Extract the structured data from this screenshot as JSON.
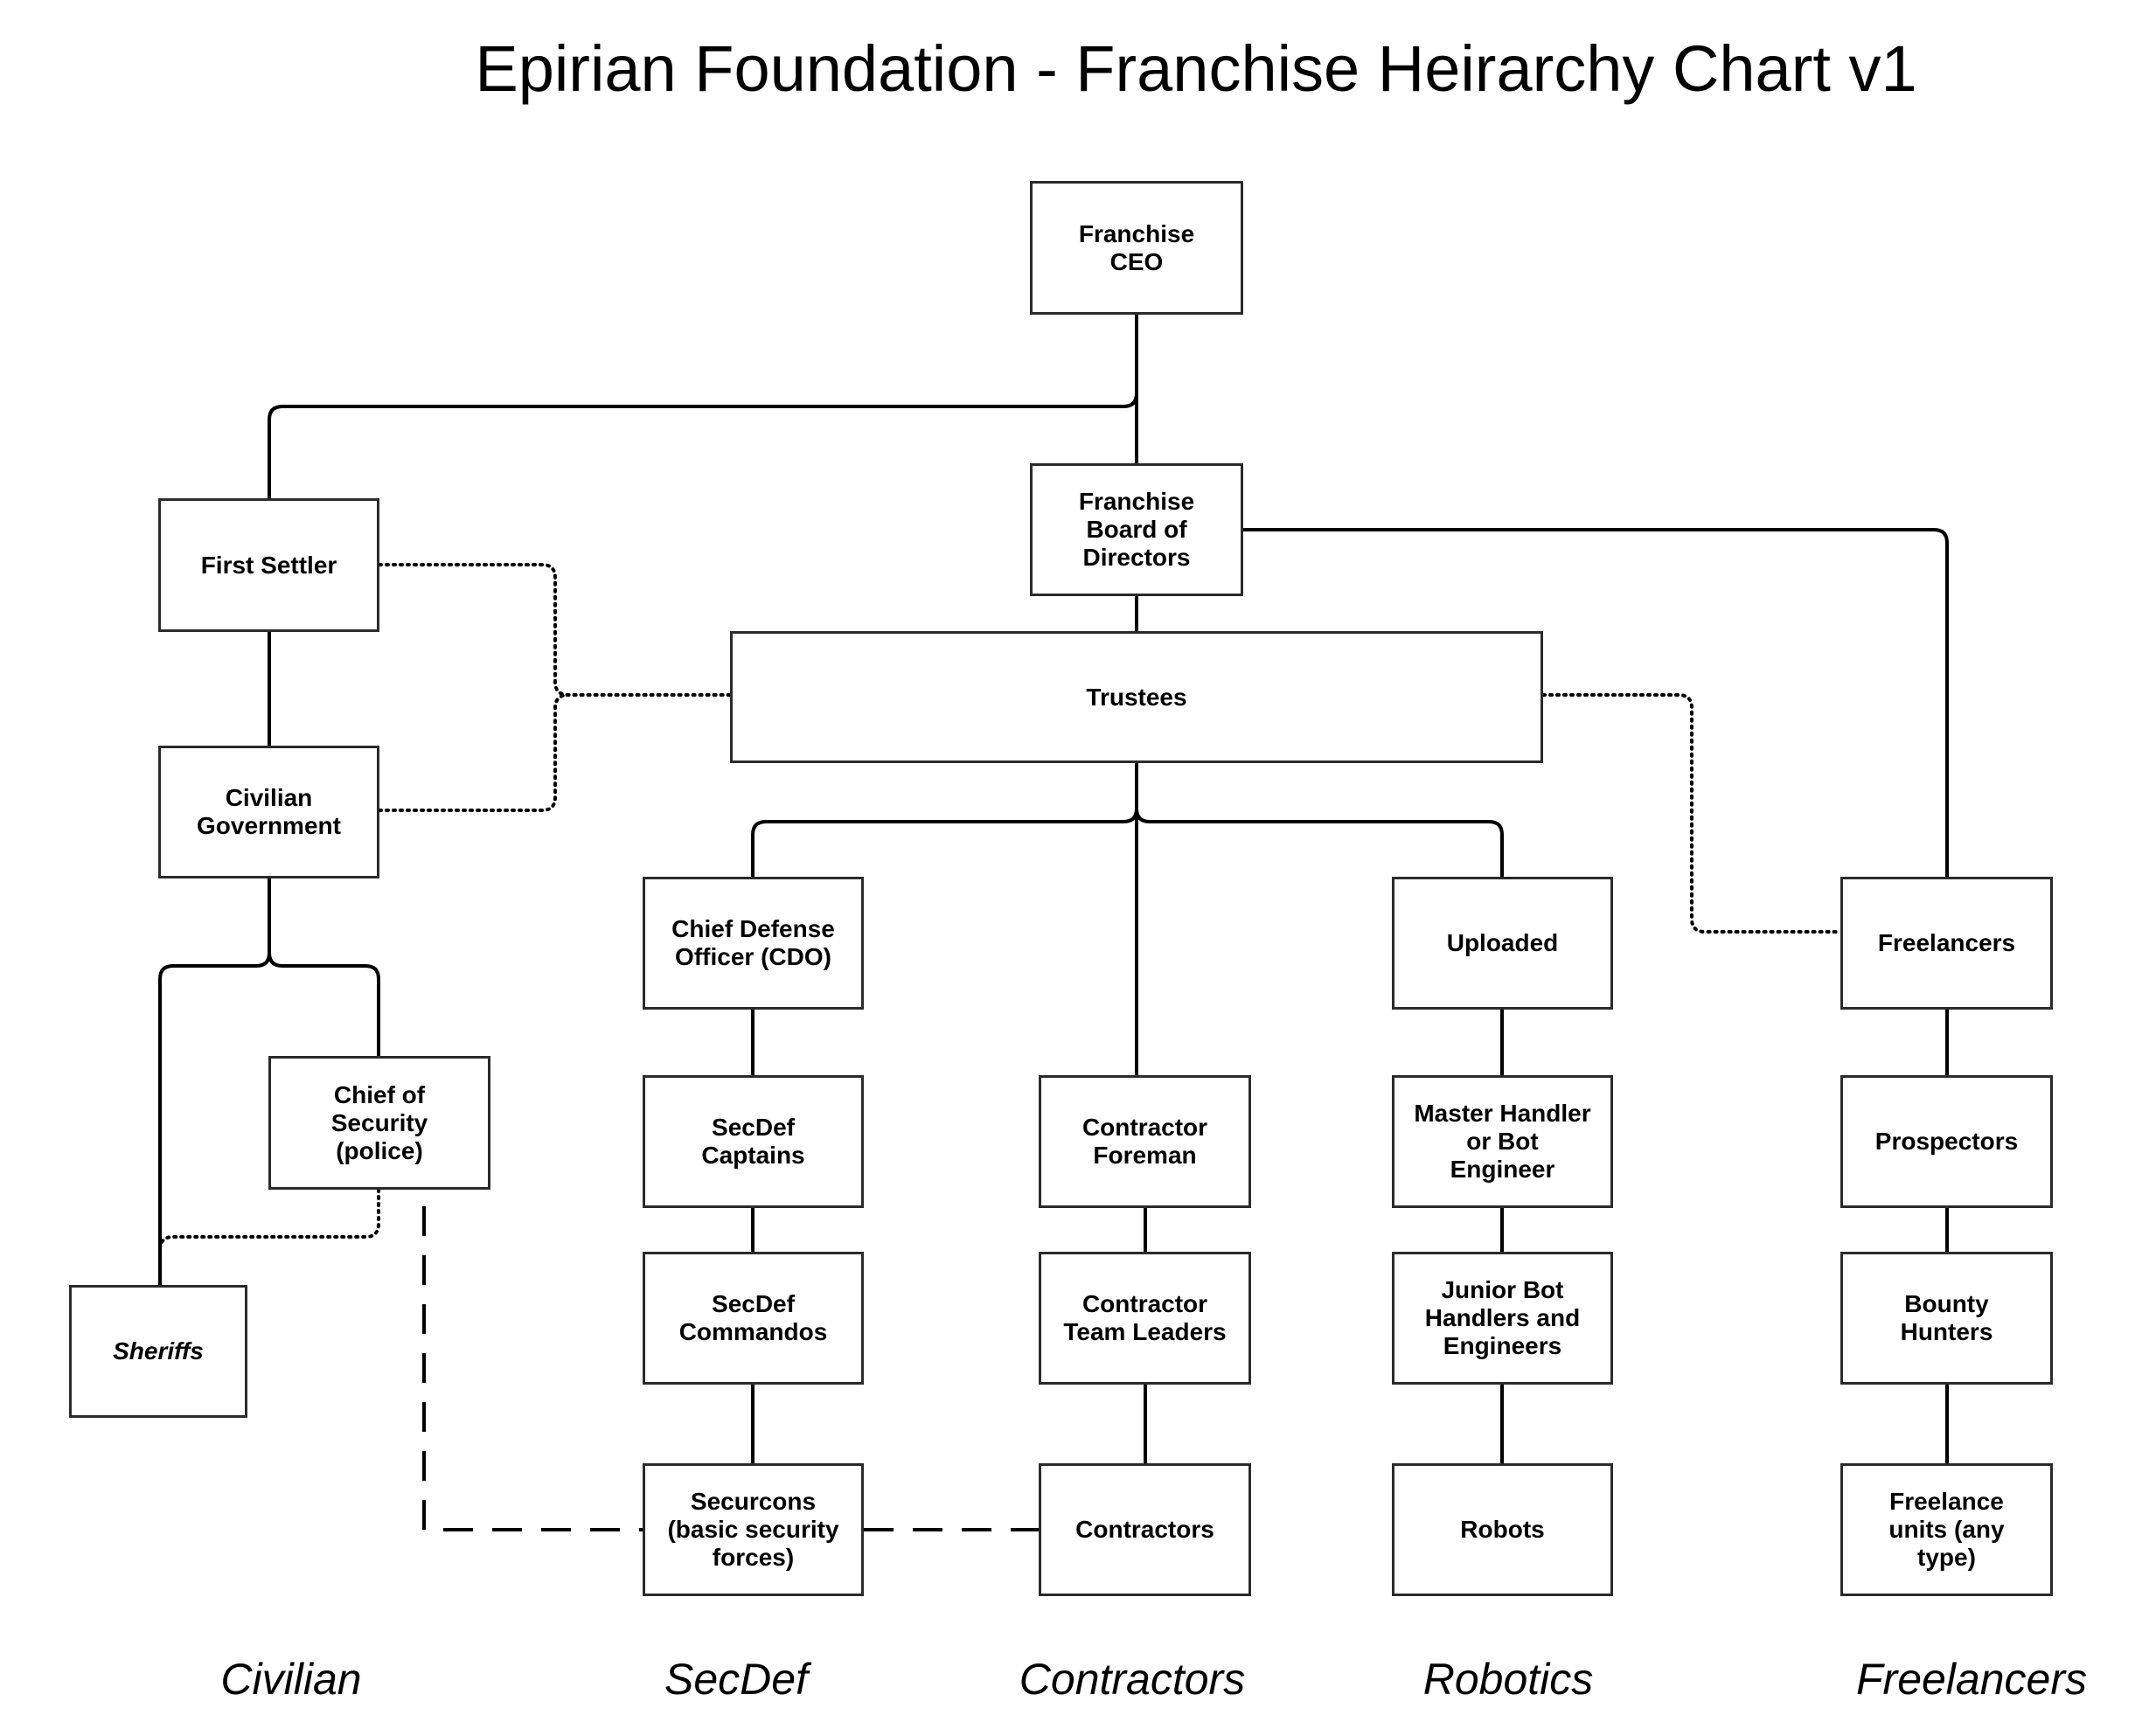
{
  "title": "Epirian Foundation - Franchise Heirarchy Chart v1",
  "colors": {
    "line": "#000000",
    "border": "#2b2b2b",
    "background": "#ffffff"
  },
  "nodes": {
    "ceo": "Franchise\nCEO",
    "board": "Franchise\nBoard of\nDirectors",
    "trustees": "Trustees",
    "first_settler": "First Settler",
    "civilian_government": "Civilian\nGovernment",
    "chief_security": "Chief of\nSecurity\n(police)",
    "sheriffs": "Sheriffs",
    "cdo": "Chief Defense\nOfficer (CDO)",
    "secdef_captains": "SecDef\nCaptains",
    "secdef_commandos": "SecDef\nCommandos",
    "securcons": "Securcons\n(basic security\nforces)",
    "contractor_foreman": "Contractor\nForeman",
    "contractor_team_leaders": "Contractor\nTeam Leaders",
    "contractors": "Contractors",
    "uploaded": "Uploaded",
    "master_handler": "Master Handler\nor Bot\nEngineer",
    "junior_bot": "Junior Bot\nHandlers and\nEngineers",
    "robots": "Robots",
    "freelancers": "Freelancers",
    "prospectors": "Prospectors",
    "bounty_hunters": "Bounty\nHunters",
    "freelance_units": "Freelance\nunits (any\ntype)"
  },
  "sections": {
    "civilian": "Civilian",
    "secdef": "SecDef",
    "contractors": "Contractors",
    "robotics": "Robotics",
    "freelancers": "Freelancers"
  }
}
